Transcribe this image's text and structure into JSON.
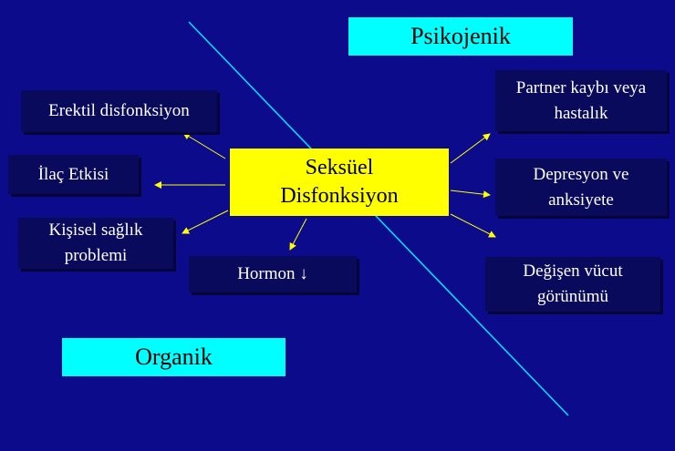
{
  "colors": {
    "background": "#0b0b8c",
    "box_fill": "#0a0a5c",
    "category_fill": "#00ffff",
    "center_fill": "#ffff00",
    "divider_line": "#00e5ff",
    "arrow": "#ffff00"
  },
  "categories": {
    "psychogenic": "Psikojenik",
    "organic": "Organik"
  },
  "center": {
    "label": "Seksüel\nDisfonksiyon"
  },
  "organic_causes": [
    "Erektil disfonksiyon",
    "İlaç Etkisi",
    "Kişisel sağlık\nproblemi",
    "Hormon ↓"
  ],
  "psychogenic_causes": [
    "Partner kaybı veya\nhastalık",
    "Depresyon ve\nanksiyete",
    "Değişen vücut\ngörünümü"
  ]
}
